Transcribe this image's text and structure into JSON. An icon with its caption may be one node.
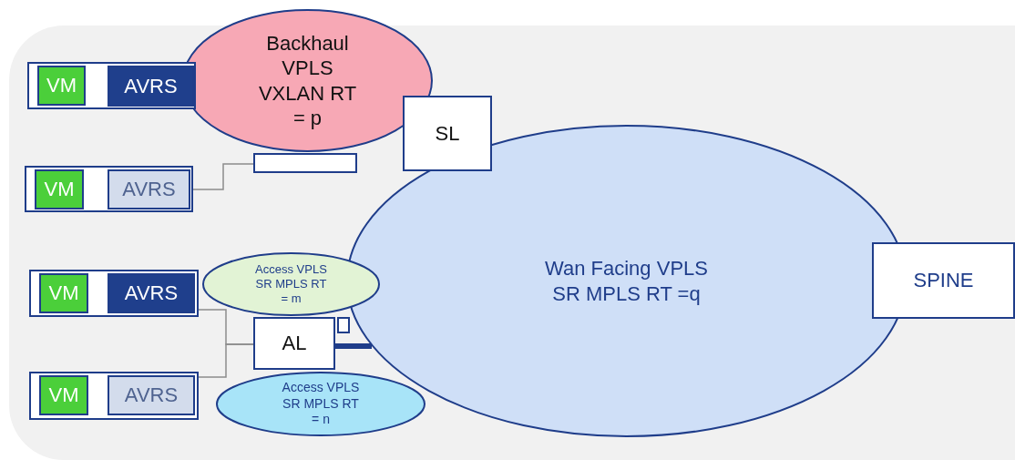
{
  "diagram": {
    "nodes": [
      {
        "text": [],
        "shape": "box"
      },
      {
        "text": [
          "VM"
        ],
        "in": 0
      },
      {
        "text": [
          "AVRS"
        ],
        "in": 0
      },
      {
        "text": [
          "Backhaul VPLS VXLAN RT = p"
        ]
      },
      {
        "text": [],
        "shape": "box"
      },
      {
        "text": [
          "SL"
        ]
      },
      {
        "text": [],
        "shape": "box"
      },
      {
        "text": [
          "VM"
        ],
        "in": 6
      },
      {
        "text": [
          "AVRS"
        ],
        "in": 6
      },
      {
        "text": [
          "Wan Facing VPLS SR MPLS RT =q"
        ]
      },
      {
        "text": [
          "SPINE"
        ]
      },
      {
        "text": [],
        "shape": "box"
      },
      {
        "text": [
          "VM"
        ],
        "in": 11
      },
      {
        "text": [
          "AVRS"
        ],
        "in": 11
      },
      {
        "text": [
          "Access VPLS SR MPLS RT = m"
        ]
      },
      {
        "text": [],
        "shape": "box"
      },
      {
        "text": [
          "AL"
        ]
      },
      {
        "text": [],
        "shape": "box"
      },
      {
        "text": [
          "VM"
        ],
        "in": 17
      },
      {
        "text": [
          "AVRS"
        ],
        "in": 17
      },
      {
        "text": [
          "Access VPLS SR MPLS RT = n"
        ]
      }
    ],
    "edges": [
      {
        "from": 6,
        "to": 4,
        "arrow": "none"
      },
      {
        "from": 11,
        "to": 16,
        "arrow": "none"
      },
      {
        "from": 17,
        "to": 16,
        "arrow": "none"
      },
      {
        "from": 16,
        "to": 9,
        "arrow": "none",
        "style": "thick",
        "color": "#1f3d8a"
      }
    ]
  }
}
